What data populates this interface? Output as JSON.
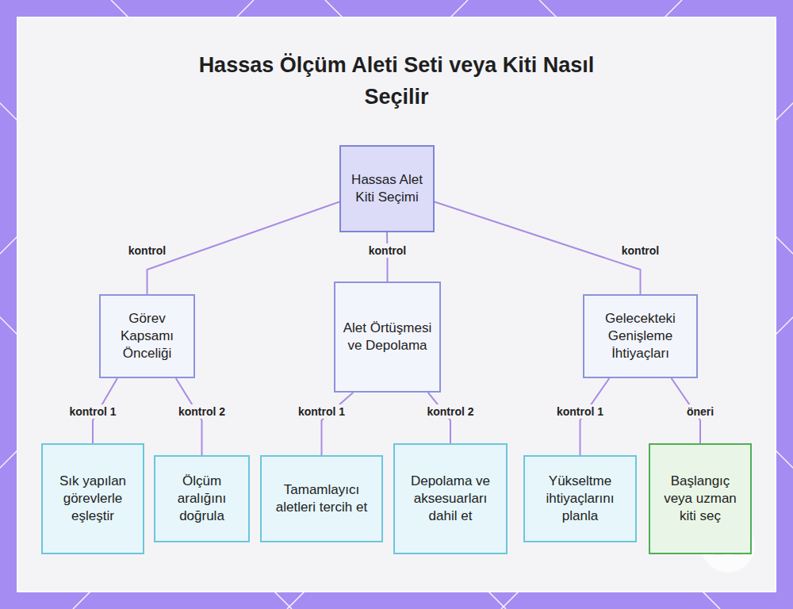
{
  "diagram": {
    "title": "Hassas Ölçüm Aleti Seti veya Kiti Nasıl Seçilir",
    "nodes": [
      {
        "text": [
          "Hassas Alet Kiti Seçimi"
        ]
      },
      {
        "text": [
          "Görev Kapsamı Önceliği"
        ]
      },
      {
        "text": [
          "Alet Örtüşmesi ve Depolama"
        ]
      },
      {
        "text": [
          "Gelecekteki Genişleme İhtiyaçları"
        ]
      },
      {
        "text": [
          "Sık yapılan görevlerle eşleştir"
        ]
      },
      {
        "text": [
          "Ölçüm aralığını doğrula"
        ]
      },
      {
        "text": [
          "Tamamlayıcı aletleri tercih et"
        ]
      },
      {
        "text": [
          "Depolama ve aksesuarları dahil et"
        ]
      },
      {
        "text": [
          "Yükseltme ihtiyaçlarını planla"
        ]
      },
      {
        "text": [
          "Başlangıç veya uzman kiti seç"
        ]
      }
    ],
    "edges": [
      {
        "from": 0,
        "to": 1,
        "arrow": "none",
        "label": "kontrol"
      },
      {
        "from": 0,
        "to": 2,
        "arrow": "none",
        "label": "kontrol"
      },
      {
        "from": 0,
        "to": 3,
        "arrow": "none",
        "label": "kontrol"
      },
      {
        "from": 1,
        "to": 4,
        "arrow": "none",
        "label": "kontrol 1"
      },
      {
        "from": 1,
        "to": 5,
        "arrow": "none",
        "label": "kontrol 2"
      },
      {
        "from": 2,
        "to": 6,
        "arrow": "none",
        "label": "kontrol 1"
      },
      {
        "from": 2,
        "to": 7,
        "arrow": "none",
        "label": "kontrol 2"
      },
      {
        "from": 3,
        "to": 8,
        "arrow": "none",
        "label": "kontrol 1"
      },
      {
        "from": 3,
        "to": 9,
        "arrow": "none",
        "label": "öneri"
      }
    ]
  }
}
